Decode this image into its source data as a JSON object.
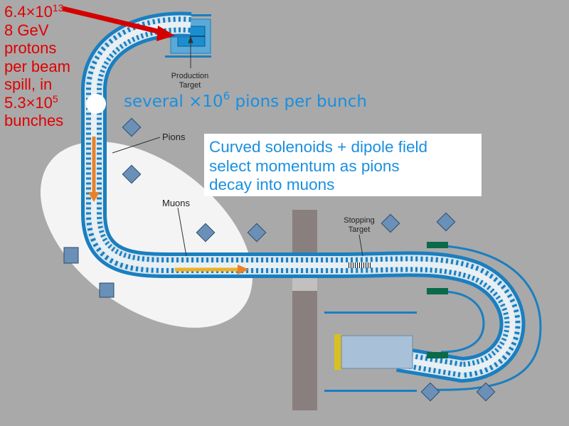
{
  "beam_note": {
    "line1_base": "6.4×10",
    "line1_exp": "13",
    "line2": "8 GeV",
    "line3": "protons",
    "line4": "per beam",
    "line5": "spill, in",
    "line6_base": "5.3×10",
    "line6_exp": "5",
    "line7": "bunches"
  },
  "pion_count": {
    "base": "several ×10",
    "exp": "6",
    "rest": " pions per bunch"
  },
  "momentum_box": {
    "line1": "Curved solenoids + dipole field",
    "line2": "select momentum as pions",
    "line3": "decay into muons"
  },
  "labels": {
    "production_target_line1": "Production",
    "production_target_line2": "Target",
    "pions": "Pions",
    "muons": "Muons",
    "stopping_target_line1": "Stopping",
    "stopping_target_line2": "Target"
  },
  "colors": {
    "background": "#a9a9a9",
    "beam_note": "#e00000",
    "annotation_blue": "#1a8fe0",
    "solenoid_blue": "#1a7fc0",
    "pion_arrow": "#e8822a",
    "muon_arrow": "#f0b020",
    "shield": "#8a7f7f"
  }
}
